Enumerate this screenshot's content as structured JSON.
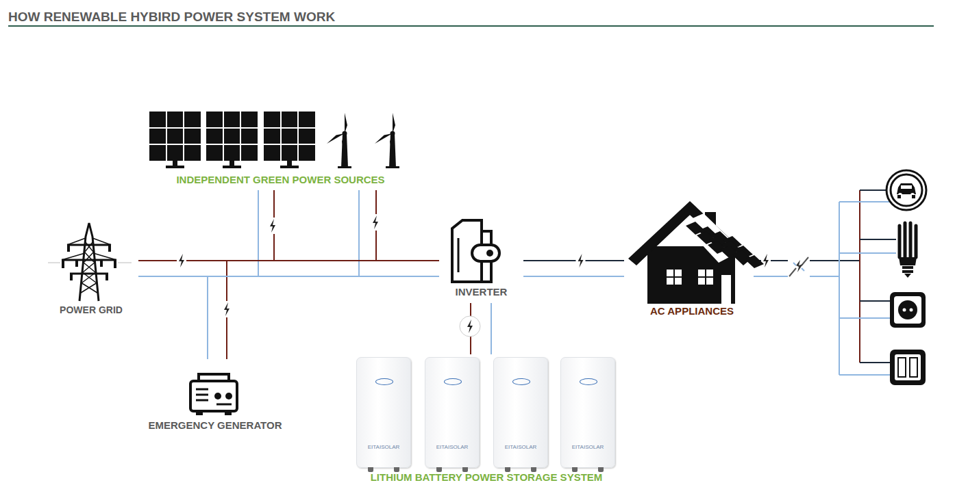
{
  "diagram": {
    "title": "HOW RENEWABLE HYBIRD POWER SYSTEM WORK",
    "nodes": [
      {
        "text": [
          "INDEPENDENT GREEN POWER SOURCES"
        ]
      },
      {
        "text": [
          "POWER GRID"
        ]
      },
      {
        "text": [
          "EMERGENCY GENERATOR"
        ]
      },
      {
        "text": [
          "INVERTER"
        ]
      },
      {
        "text": [
          "AC APPLIANCES"
        ]
      },
      {
        "text": [
          "LITHIUM BATTERY POWER STORAGE SYSTEM"
        ]
      }
    ],
    "edges": [
      {
        "from": 1,
        "to": 3,
        "arrow": "none"
      },
      {
        "from": 0,
        "to": 3,
        "arrow": "none"
      },
      {
        "from": 2,
        "to": 3,
        "arrow": "none"
      },
      {
        "from": 3,
        "to": 4,
        "arrow": "none"
      },
      {
        "from": 3,
        "to": 5,
        "arrow": "none"
      }
    ],
    "labels": [
      "EITAISOLAR",
      "EITAISOLAR",
      "EITAISOLAR",
      "EITAISOLAR"
    ]
  }
}
